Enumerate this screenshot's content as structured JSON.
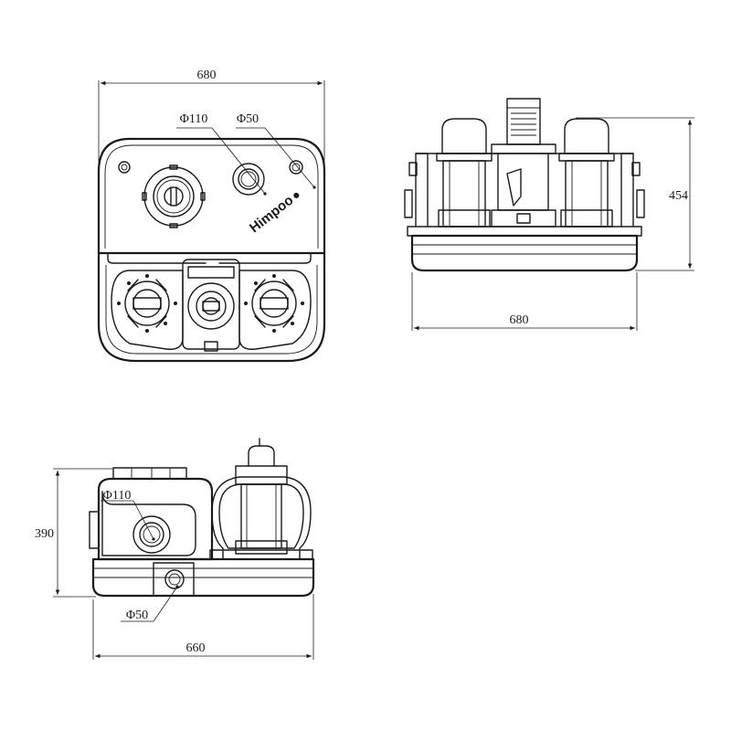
{
  "top_view": {
    "width_dim": "680",
    "inlet_label": "Φ110",
    "vent_label": "Φ50",
    "brand": "Himpoo"
  },
  "front_view": {
    "height_dim": "454",
    "width_dim": "680"
  },
  "side_view": {
    "height_dim": "390",
    "width_dim": "660",
    "inlet_label": "Φ110",
    "outlet_label": "Φ50"
  }
}
